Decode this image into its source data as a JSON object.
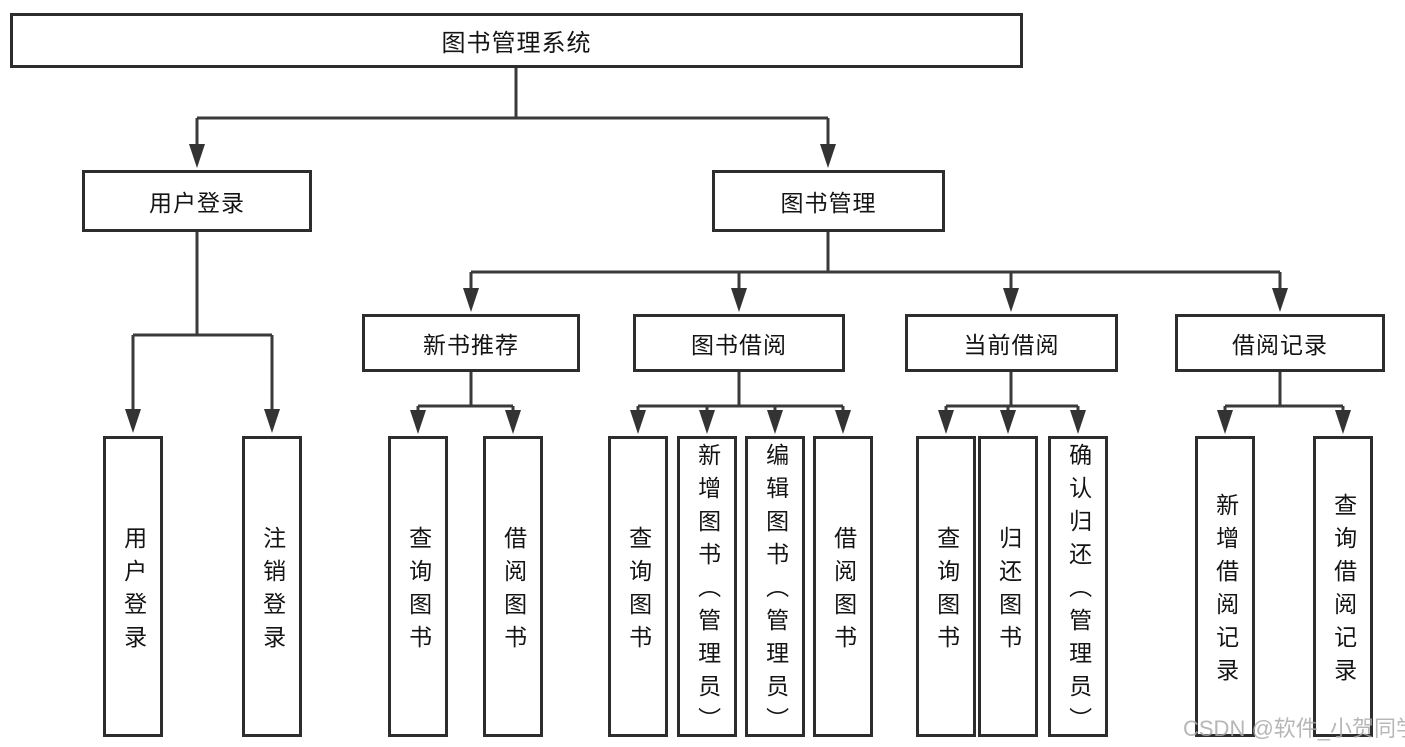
{
  "diagram": {
    "title": "图书管理系统",
    "level2": {
      "user_login": "用户登录",
      "book_mgmt": "图书管理"
    },
    "level3": {
      "new_book_rec": "新书推荐",
      "book_borrow": "图书借阅",
      "current_borrow": "当前借阅",
      "borrow_records": "借阅记录"
    },
    "leaves": {
      "user_login": "用户登录",
      "logout": "注销登录",
      "rec_query_book": "查询图书",
      "rec_borrow_book": "借阅图书",
      "bor_query_book": "查询图书",
      "bor_add_book": "新增图书（管理员）",
      "bor_edit_book": "编辑图书（管理员）",
      "bor_borrow_book": "借阅图书",
      "cur_query_book": "查询图书",
      "cur_return_book": "归还图书",
      "cur_confirm_return": "确认归还（管理员）",
      "log_add_record": "新增借阅记录",
      "log_query_record": "查询借阅记录"
    }
  },
  "watermark": {
    "text": "CSDN @软件_小贺同学"
  },
  "colors": {
    "background": "#ffffff",
    "box_border": "#2d2d2d",
    "line": "#3a3a3a",
    "text": "#141414",
    "watermark": "#aaaaaa"
  }
}
